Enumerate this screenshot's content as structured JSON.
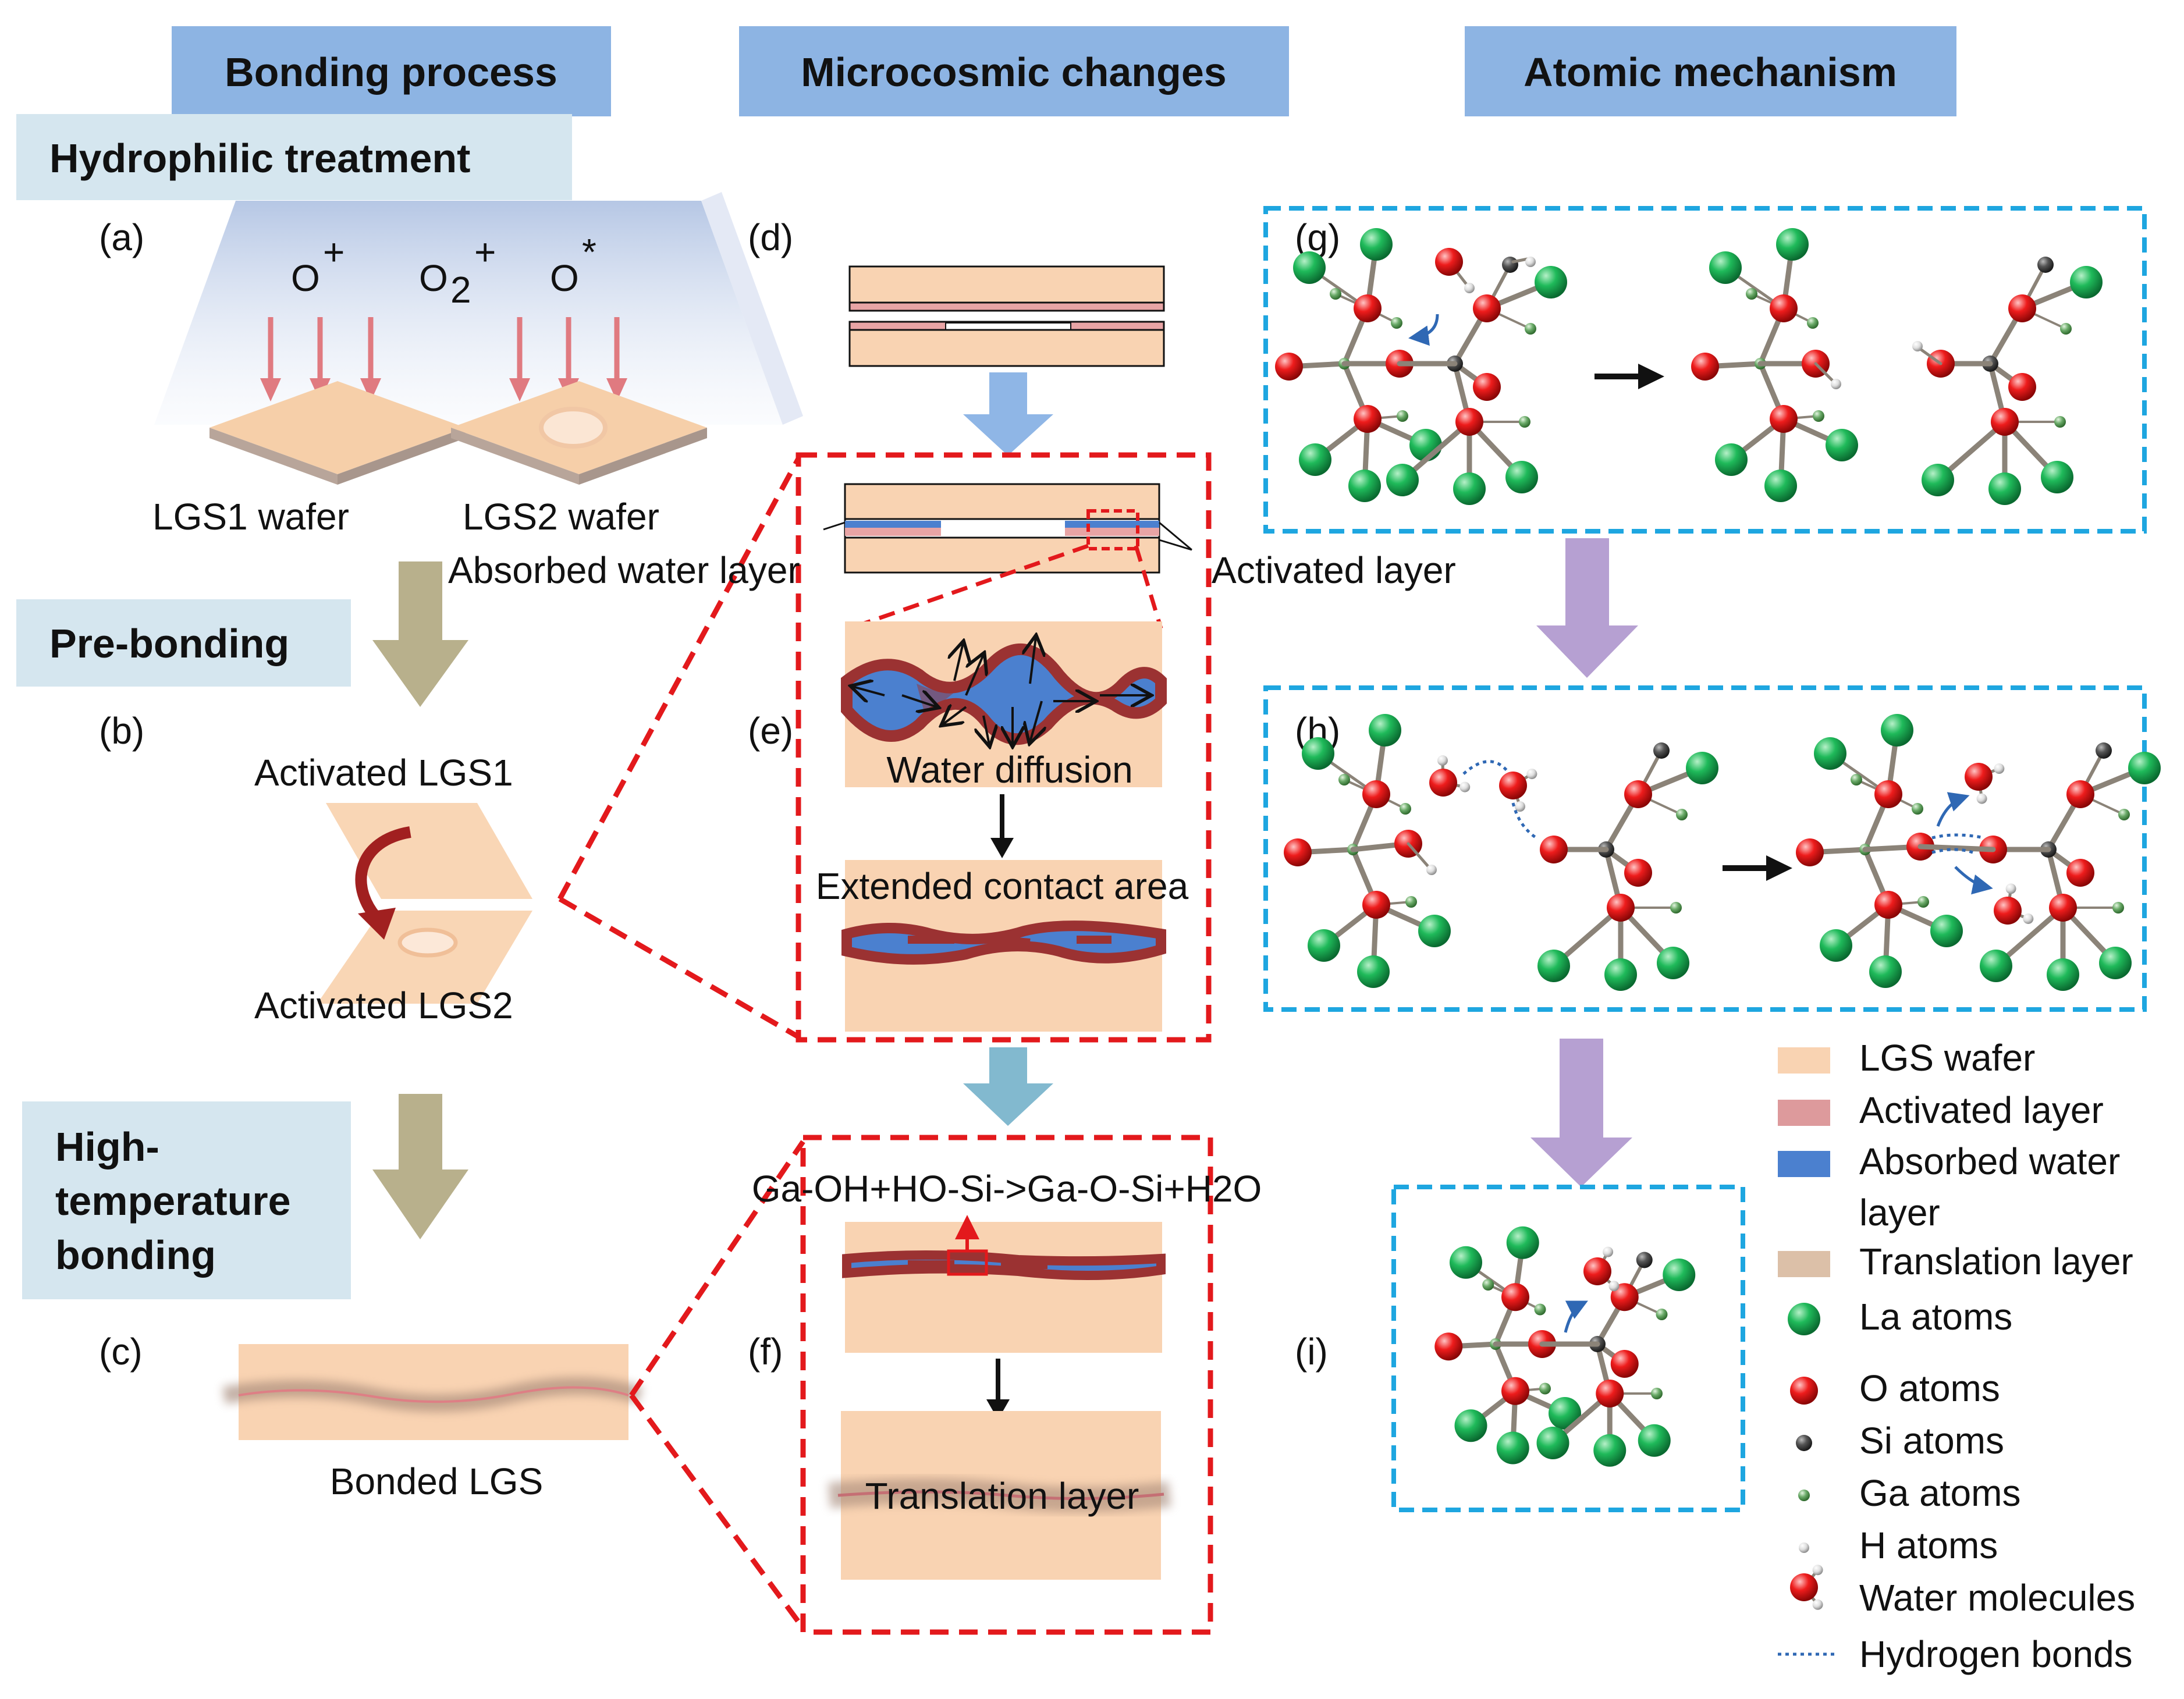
{
  "headers": {
    "bonding_process": "Bonding process",
    "microcosmic_changes": "Microcosmic changes",
    "atomic_mechanism": "Atomic mechanism"
  },
  "stages": {
    "hydrophilic": "Hydrophilic treatment",
    "prebonding": "Pre-bonding",
    "high_temp_1": "High-",
    "high_temp_2": "temperature",
    "high_temp_3": "bonding"
  },
  "panels": {
    "a": "(a)",
    "b": "(b)",
    "c": "(c)",
    "d": "(d)",
    "e": "(e)",
    "f": "(f)",
    "g": "(g)",
    "h": "(h)",
    "i": "(i)"
  },
  "plasma": {
    "o_plus": "O",
    "o_plus_sup": "+",
    "o2": "O",
    "o2_sub": "2",
    "o2_sup": "+",
    "o_star": "O",
    "o_star_sup": "*"
  },
  "labels": {
    "lgs1_wafer": "LGS1 wafer",
    "lgs2_wafer": "LGS2 wafer",
    "activated_lgs1": "Activated LGS1",
    "activated_lgs2": "Activated LGS2",
    "bonded_lgs": "Bonded LGS",
    "absorbed_water_layer": "Absorbed water layer",
    "activated_layer": "Activated layer",
    "water_diffusion": "Water diffusion",
    "extended_contact_area": "Extended contact area",
    "reaction": "Ga-OH+HO-Si->Ga-O-Si+H2O",
    "translation_layer": "Translation layer"
  },
  "legend": [
    {
      "label": "LGS wafer",
      "kind": "swatch",
      "color": "#f9d3b2"
    },
    {
      "label": "Activated layer",
      "kind": "swatch",
      "color": "#dd9a9c"
    },
    {
      "label": "Absorbed water",
      "label2": "layer",
      "kind": "swatch",
      "color": "#4b80cf"
    },
    {
      "label": "Translation layer",
      "kind": "swatch",
      "color": "#dcc0a8"
    },
    {
      "label": "La atoms",
      "kind": "la"
    },
    {
      "label": "O atoms",
      "kind": "o"
    },
    {
      "label": "Si atoms",
      "kind": "si"
    },
    {
      "label": "Ga atoms",
      "kind": "ga"
    },
    {
      "label": "H atoms",
      "kind": "h"
    },
    {
      "label": "Water molecules",
      "kind": "water"
    },
    {
      "label": "Hydrogen bonds",
      "kind": "hbond"
    }
  ],
  "colors": {
    "header_bg": "#8db4e3",
    "stage_bg": "#d5e6ef",
    "wafer": "#f9d3b2",
    "activated_layer": "#dd9a9c",
    "water_layer": "#4b80cf",
    "red_dashed": "#e3191c",
    "blue_dashed": "#1ea6e0",
    "olive_arrow": "#b8b08c",
    "blue_arrow": "#8fb6e6",
    "teal_arrow": "#82b9cf",
    "purple_arrow": "#b6a0d2",
    "la_atom": "#11a14a",
    "o_atom": "#e3191c",
    "si_atom": "#444444",
    "ga_atom": "#5fa15e",
    "h_atom": "#dddddd"
  }
}
